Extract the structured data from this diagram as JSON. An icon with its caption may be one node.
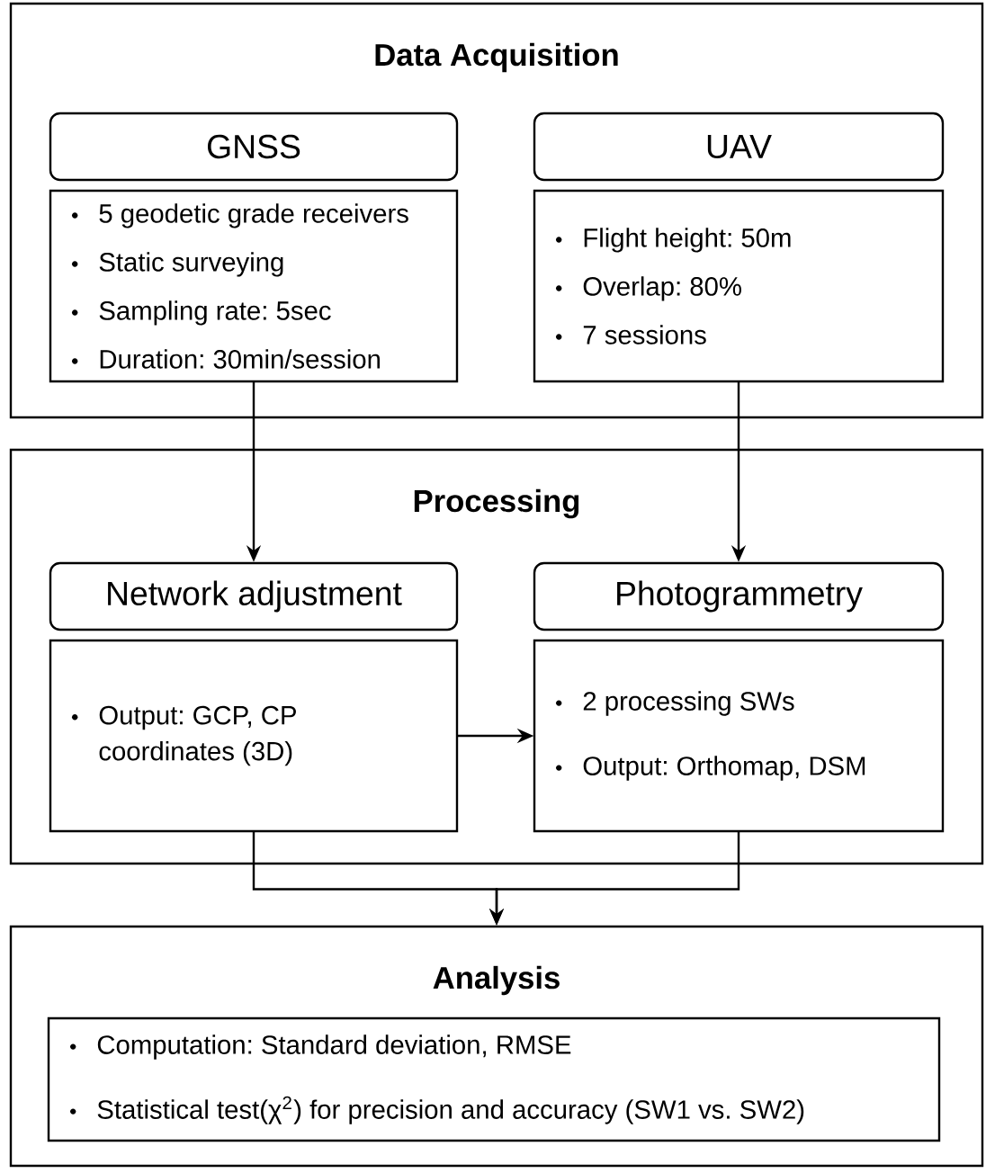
{
  "diagram": {
    "nodes": [
      {
        "text": [
          "Data Acquisition"
        ]
      },
      {
        "text": [
          "GNSS"
        ],
        "in": 0
      },
      {
        "text": [
          "5 geodetic grade receivers",
          "Static surveying",
          "Sampling rate: 5sec",
          "Duration: 30min/session"
        ],
        "in": 0
      },
      {
        "text": [
          "UAV"
        ],
        "in": 0
      },
      {
        "text": [
          "Flight height: 50m",
          "Overlap: 80%",
          "7 sessions"
        ],
        "in": 0
      },
      {
        "text": [
          "Processing"
        ]
      },
      {
        "text": [
          "Network adjustment"
        ],
        "in": 5
      },
      {
        "text": [
          "Output: GCP, CP coordinates (3D)"
        ],
        "in": 5
      },
      {
        "text": [
          "Photogrammetry"
        ],
        "in": 5
      },
      {
        "text": [
          "2 processing SWs",
          "Output: Orthomap, DSM"
        ],
        "in": 5
      },
      {
        "text": [
          "Analysis"
        ]
      },
      {
        "text": [
          "Computation: Standard deviation, RMSE",
          "Statistical test(χ$^{2}$) for precision and accuracy (SW1 vs. SW2)"
        ],
        "in": 10
      }
    ],
    "edges": [
      {
        "from": 2,
        "to": 6,
        "arrow": "to"
      },
      {
        "from": 4,
        "to": 8,
        "arrow": "to"
      },
      {
        "from": 7,
        "to": 9,
        "arrow": "to"
      },
      {
        "from": 7,
        "to": 10,
        "arrow": "to"
      },
      {
        "from": 9,
        "to": 10,
        "arrow": "to"
      }
    ]
  }
}
